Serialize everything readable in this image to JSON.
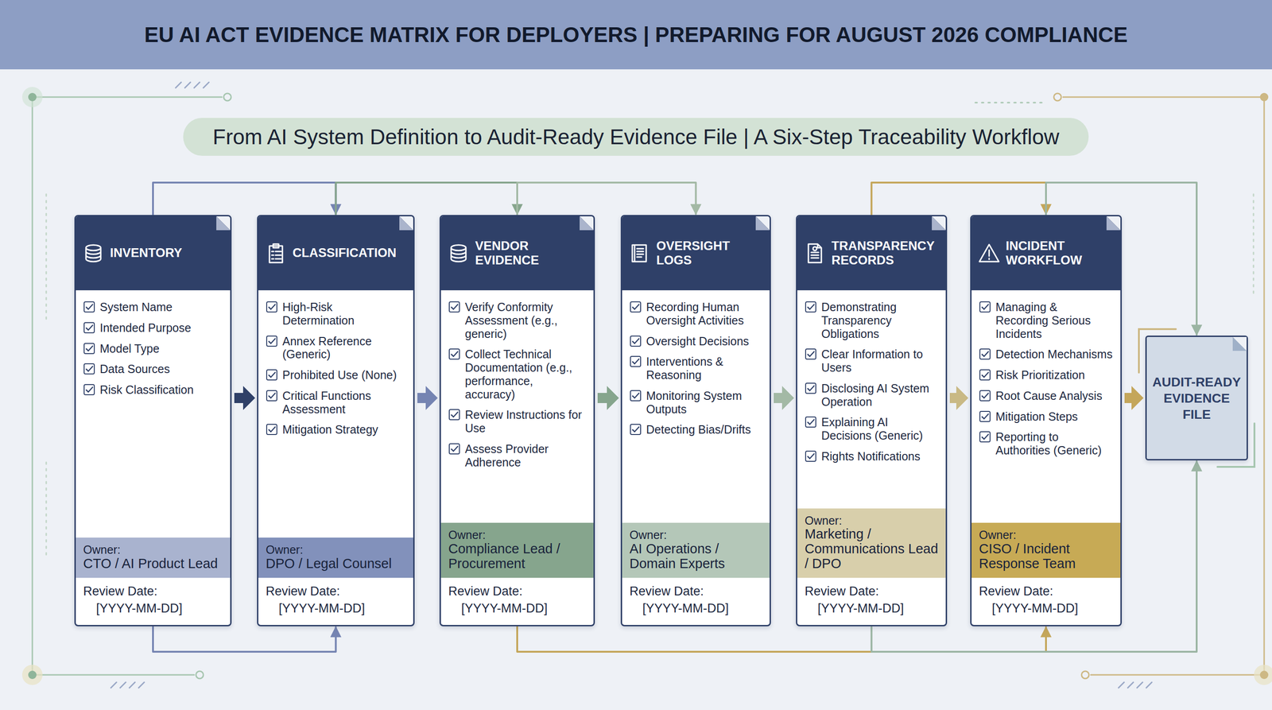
{
  "diagram": {
    "title": "EU AI ACT EVIDENCE MATRIX FOR DEPLOYERS | PREPARING FOR AUGUST 2026 COMPLIANCE",
    "nodes": [
      {
        "text": [
          "INVENTORY",
          "System Name",
          "Intended Purpose",
          "Model Type",
          "Data Sources",
          "Risk Classification",
          "Review Date:",
          "[YYYY-MM-DD]"
        ]
      },
      {
        "text": [
          "Owner:",
          "CTO / AI Product Lead"
        ],
        "in": 0
      },
      {
        "text": [
          "CLASSIFICATION",
          "High-Risk Determination",
          "Annex Reference (Generic)",
          "Prohibited Use (None)",
          "Critical Functions Assessment",
          "Mitigation Strategy",
          "Review Date:",
          "[YYYY-MM-DD]"
        ]
      },
      {
        "text": [
          "Owner:",
          "DPO / Legal Counsel"
        ],
        "in": 2
      },
      {
        "text": [
          "VENDOR EVIDENCE",
          "Verify Conformity Assessment (e.g., generic)",
          "Collect Technical Documentation (e.g., performance, accuracy)",
          "Review Instructions for Use",
          "Assess Provider Adherence",
          "Review Date:",
          "[YYYY-MM-DD]"
        ]
      },
      {
        "text": [
          "Owner:",
          "Compliance Lead / Procurement"
        ],
        "in": 4
      },
      {
        "text": [
          "OVERSIGHT LOGS",
          "Recording Human Oversight Activities",
          "Oversight Decisions",
          "Interventions & Reasoning",
          "Monitoring System Outputs",
          "Detecting Bias/Drifts",
          "Review Date:",
          "[YYYY-MM-DD]"
        ]
      },
      {
        "text": [
          "Owner:",
          "AI Operations / Domain Experts"
        ],
        "in": 6
      },
      {
        "text": [
          "TRANSPARENCY RECORDS",
          "Demonstrating Transparency Obligations",
          "Clear Information to Users",
          "Disclosing AI System Operation",
          "Explaining AI Decisions (Generic)",
          "Rights Notifications",
          "Review Date:",
          "[YYYY-MM-DD]"
        ]
      },
      {
        "text": [
          "Owner:",
          "Marketing / Communications Lead / DPO"
        ],
        "in": 8
      },
      {
        "text": [
          "INCIDENT WORKFLOW",
          "Managing & Recording Serious Incidents",
          "Detection Mechanisms",
          "Risk Prioritization",
          "Root Cause Analysis",
          "Mitigation Steps",
          "Reporting to Authorities (Generic)",
          "Review Date:",
          "[YYYY-MM-DD]"
        ]
      },
      {
        "text": [
          "Owner:",
          "CISO / Incident Response Team"
        ],
        "in": 10
      },
      {
        "text": [
          "AUDIT-READY EVIDENCE FILE"
        ]
      }
    ],
    "edges": [
      {
        "from": 0,
        "to": 2,
        "arrow": "to"
      },
      {
        "from": 2,
        "to": 4,
        "arrow": "to"
      },
      {
        "from": 4,
        "to": 6,
        "arrow": "to"
      },
      {
        "from": 6,
        "to": 8,
        "arrow": "to"
      },
      {
        "from": 8,
        "to": 10,
        "arrow": "to"
      },
      {
        "from": 10,
        "to": 12,
        "arrow": "to"
      },
      {
        "from": 0,
        "to": 2,
        "arrow": "to"
      },
      {
        "from": 2,
        "to": 4,
        "arrow": "to"
      },
      {
        "from": 4,
        "to": 6,
        "arrow": "to"
      },
      {
        "from": 8,
        "to": 10,
        "arrow": "to"
      },
      {
        "from": 10,
        "to": 12,
        "arrow": "to"
      },
      {
        "from": 0,
        "to": 2,
        "arrow": "to"
      },
      {
        "from": 4,
        "to": 10,
        "arrow": "to"
      },
      {
        "from": 8,
        "to": 12,
        "arrow": "to"
      }
    ],
    "labels": [
      "From AI System Definition to Audit-Ready Evidence File | A Six-Step Traceability Workflow"
    ]
  }
}
